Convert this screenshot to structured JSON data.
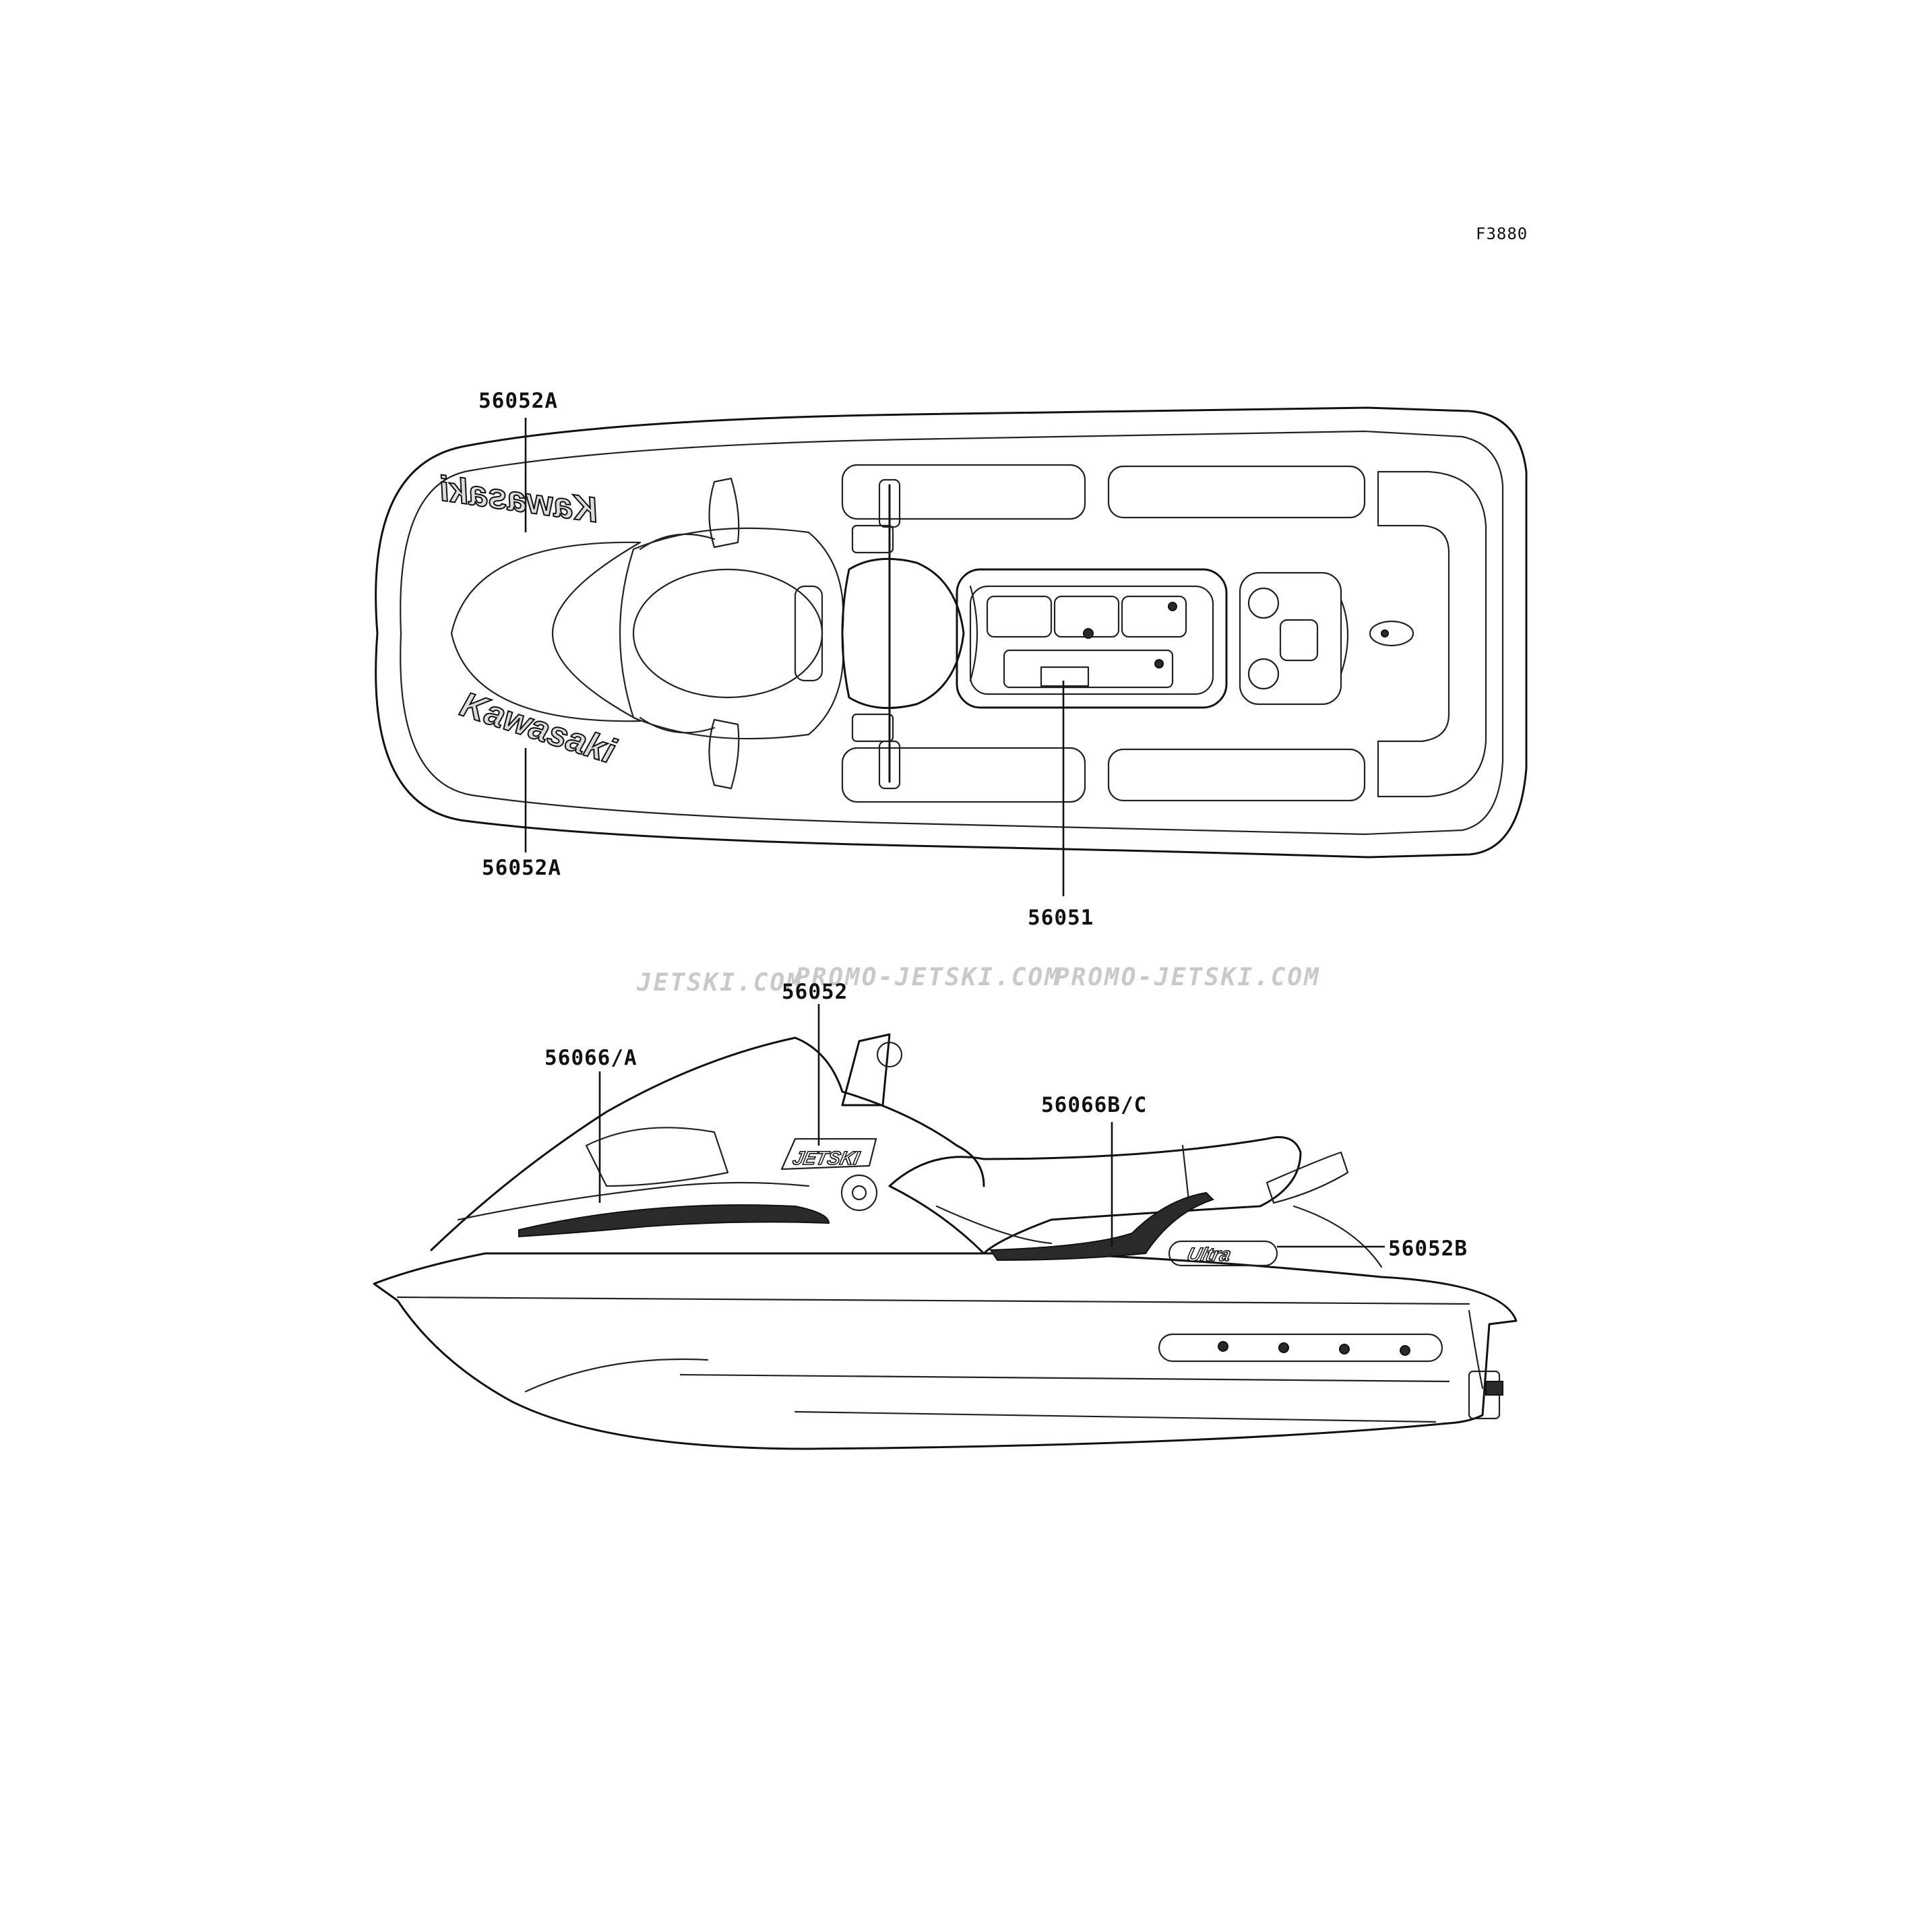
{
  "figure_code": "F3880",
  "watermarks": [
    "JETSKI.COM",
    "PROMO-JETSKI.COM",
    "PROMO-JETSKI.COM"
  ],
  "top_view": {
    "callouts": {
      "left_upper": "56052A",
      "left_lower": "56052A",
      "center": "56051"
    },
    "decal_text_upper": "Kawasaki",
    "decal_text_lower": "Kawasaki"
  },
  "side_view": {
    "callouts": {
      "top": "56052",
      "front": "56066/A",
      "rear_stripe": "56066B/C",
      "rear_badge": "56052B"
    },
    "decal_text_jetski": "JETSKI",
    "decal_text_model": "Ultra"
  }
}
